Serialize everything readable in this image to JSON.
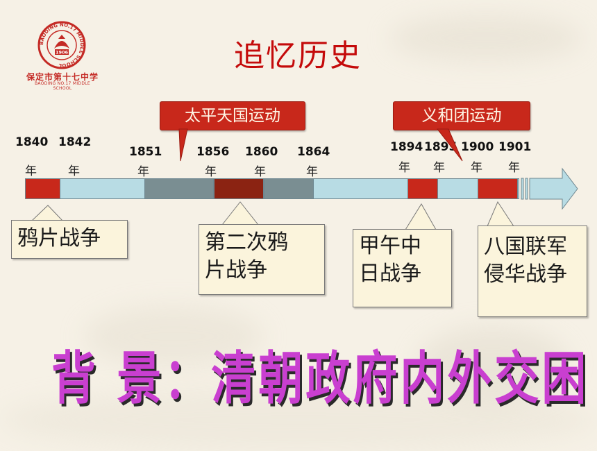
{
  "logo": {
    "ring_text": "BAODING NO.17 MIDDLE SCHOOL",
    "emblem_text": "1906",
    "name": "保定市第十七中学",
    "sub": "BAODING NO.17 MIDDLE SCHOOL"
  },
  "title": "追忆历史",
  "movements": [
    {
      "label": "太平天国运动"
    },
    {
      "label": "义和团运动"
    }
  ],
  "years": [
    "1840",
    "1842",
    "1851",
    "1856",
    "1860",
    "1864",
    "1894",
    "1895",
    "1900",
    "1901"
  ],
  "year_suffix": "年",
  "wars": [
    {
      "line1": "鸦片战争",
      "line2": ""
    },
    {
      "line1": "第二次鸦",
      "line2": "片战争"
    },
    {
      "line1": "甲午中",
      "line2": "日战争"
    },
    {
      "line1": "八国联军",
      "line2": "侵华战争"
    }
  ],
  "background_text": "背 景：清朝政府内外交困",
  "colors": {
    "war_segment": "#c8281b",
    "movement_segment": "#7a8e92",
    "second_opium_segment": "#8b2312",
    "timeline_base": "#b8dce4",
    "title_red": "#c40a0a",
    "background_text": "#c93fd0"
  }
}
